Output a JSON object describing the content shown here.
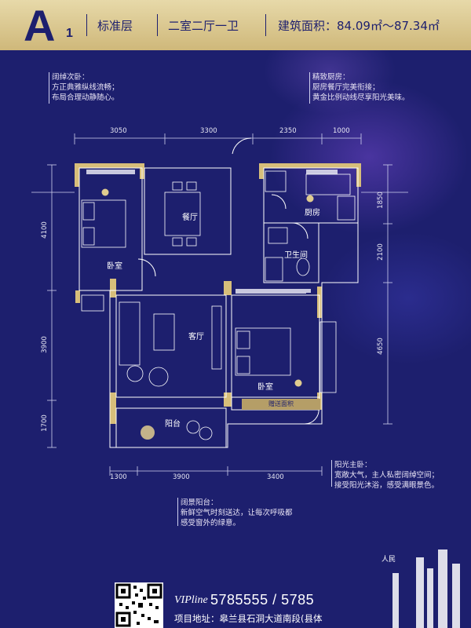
{
  "header": {
    "unit_letter": "A",
    "unit_sub": "1",
    "floor_type": "标准层",
    "layout": "二室二厅一卫",
    "area": "建筑面积：84.09㎡～87.34㎡"
  },
  "notes": {
    "bedroom2": [
      "阔绰次卧：",
      "方正典雅纵线流畅；",
      "布局合理动静随心。"
    ],
    "kitchen": [
      "精致厨房：",
      "厨房餐厅完美衔接；",
      "黄金比例动线尽享阳光美味。"
    ],
    "master": [
      "阳光主卧：",
      "宽敞大气，主人私密阔绰空间；",
      "接受阳光沐浴，感受满眼景色。"
    ],
    "balcony": [
      "阔景阳台：",
      "新鲜空气时刻送达，让每次呼吸都",
      "感受窗外的绿意。"
    ]
  },
  "dimensions": {
    "top": [
      "3050",
      "3300",
      "2350",
      "1000"
    ],
    "bottom": [
      "1300",
      "3900",
      "3400"
    ],
    "left": [
      "4100",
      "3900",
      "1700"
    ],
    "right": [
      "1850",
      "2100",
      "4650"
    ]
  },
  "rooms": {
    "dining": "餐厅",
    "kitchen": "厨房",
    "bedroom_left": "卧室",
    "bathroom": "卫生间",
    "living": "客厅",
    "bedroom_master": "卧室",
    "balcony": "阳台",
    "gift_area": "赠送面积"
  },
  "footer": {
    "vip_label": "VIPline",
    "phone": "5785555 / 5785",
    "address": "项目地址：皋兰县石洞大道南段(县体",
    "brand": "人民"
  },
  "colors": {
    "background": "#1d1f6e",
    "gold": "#e0cc8f",
    "wall": "#d7be7a"
  }
}
